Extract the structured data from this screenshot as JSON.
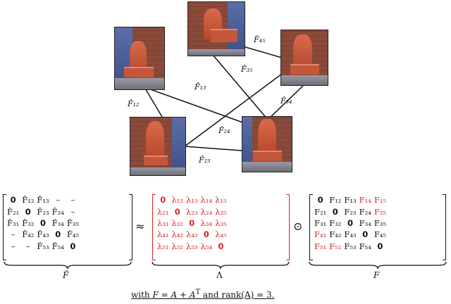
{
  "edges": {
    "F12": "F̂₁₂",
    "F13": "F̂₁₃",
    "F23": "F̂₂₃",
    "F24": "F̂₂₄",
    "F34": "F̂₃₄",
    "F35": "F̂₃₅",
    "F45": "F̂₄₅"
  },
  "matrix_fhat": {
    "rows": [
      [
        "0",
        "F̂₁₂",
        "F̂₁₃",
        "–",
        "–"
      ],
      [
        "F̂₂₁",
        "0",
        "F̂₂₃",
        "F̂₂₄",
        "–"
      ],
      [
        "F̂₃₁",
        "F̂₃₂",
        "0",
        "F̂₃₄",
        "F̂₃₅"
      ],
      [
        "–",
        "F̂₄₂",
        "F̂₄₃",
        "0",
        "F̂₄₅"
      ],
      [
        "–",
        "–",
        "F̂₅₃",
        "F̂₅₄",
        "0"
      ]
    ],
    "label": "F̂"
  },
  "approx_symbol": "≈",
  "matrix_lambda": {
    "rows": [
      [
        "0",
        "λ₁₂",
        "λ₁₃",
        "λ₁₄",
        "λ₁₅"
      ],
      [
        "λ₂₁",
        "0",
        "λ₂₃",
        "λ₂₄",
        "λ₂₅"
      ],
      [
        "λ₃₁",
        "λ₃₂",
        "0",
        "λ₃₄",
        "λ₃₅"
      ],
      [
        "λ₄₁",
        "λ₄₂",
        "λ₄₃",
        "0",
        "λ₄₅"
      ],
      [
        "λ₅₁",
        "λ₅₂",
        "λ₅₃",
        "λ₅₄",
        "0"
      ]
    ],
    "label": "Λ"
  },
  "hadamard_symbol": "⊙",
  "matrix_f": {
    "rows": [
      [
        "0",
        "F₁₂",
        "F₁₃",
        "F₁₄",
        "F₁₅"
      ],
      [
        "F₂₁",
        "0",
        "F₂₃",
        "F₂₄",
        "F₂₅"
      ],
      [
        "F₃₁",
        "F₃₂",
        "0",
        "F₃₄",
        "F₃₅"
      ],
      [
        "F₄₁",
        "F₄₂",
        "F₄₃",
        "0",
        "F₄₅"
      ],
      [
        "F₅₁",
        "F₅₂",
        "F₅₃",
        "F₅₄",
        "0"
      ]
    ],
    "red_cells": [
      [
        0,
        3
      ],
      [
        0,
        4
      ],
      [
        1,
        4
      ],
      [
        3,
        0
      ],
      [
        4,
        0
      ],
      [
        4,
        1
      ]
    ],
    "label": "F"
  },
  "footnote": {
    "prefix": "with ",
    "eq1": "F = A + A",
    "sup": "T",
    "mid": " and rank(A) = 3."
  },
  "colors": {
    "highlight": "#e0201c",
    "ink": "#111111"
  }
}
